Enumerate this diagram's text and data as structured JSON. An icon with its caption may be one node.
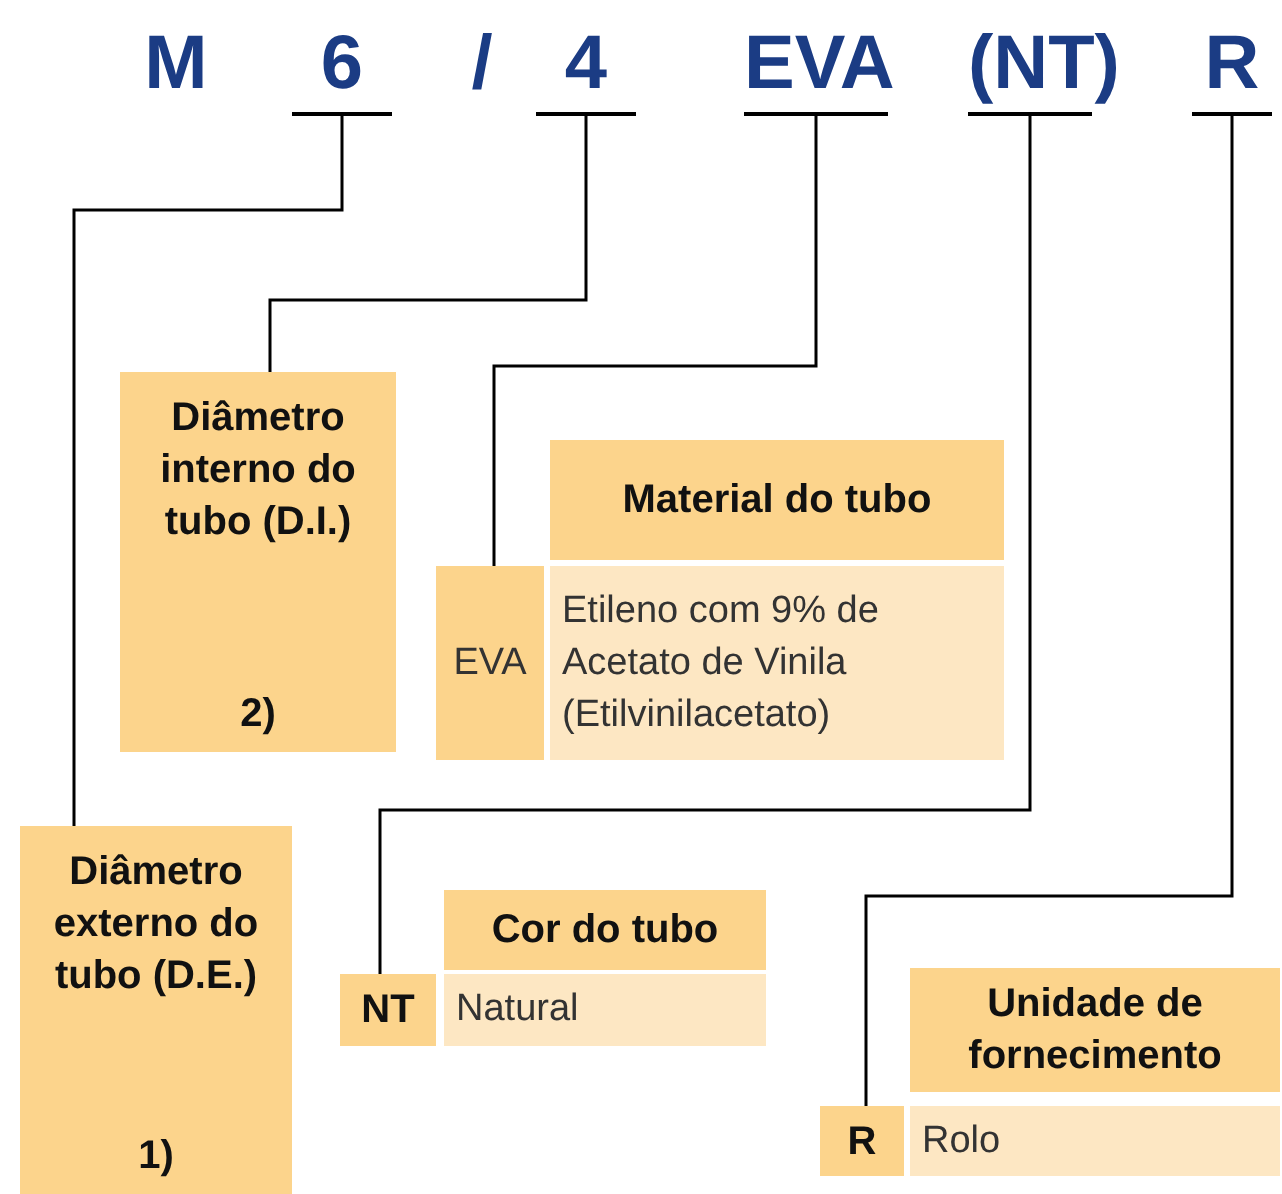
{
  "diagram": {
    "nodes": [
      {
        "text": [
          "6"
        ]
      },
      {
        "text": [
          "4"
        ]
      },
      {
        "text": [
          "EVA"
        ]
      },
      {
        "text": [
          "(NT)"
        ]
      },
      {
        "text": [
          "R"
        ]
      },
      {
        "text": [
          "Diâmetro interno do tubo (D.I.)",
          "2)"
        ]
      },
      {
        "text": [
          "Material do tubo"
        ]
      },
      {
        "text": [
          "EVA"
        ]
      },
      {
        "text": [
          "Etileno com 9% de Acetato de Vinila (Etilvinilacetato)"
        ]
      },
      {
        "text": [
          "Diâmetro externo do tubo (D.E.)",
          "1)"
        ]
      },
      {
        "text": [
          "Cor do tubo"
        ]
      },
      {
        "text": [
          "NT"
        ]
      },
      {
        "text": [
          "Natural"
        ]
      },
      {
        "text": [
          "Unidade de fornecimento"
        ]
      },
      {
        "text": [
          "R"
        ]
      },
      {
        "text": [
          "Rolo"
        ]
      }
    ],
    "edges": [
      {
        "from": 0,
        "to": 9,
        "arrow": "none"
      },
      {
        "from": 1,
        "to": 5,
        "arrow": "none"
      },
      {
        "from": 2,
        "to": 7,
        "arrow": "none"
      },
      {
        "from": 3,
        "to": 11,
        "arrow": "none"
      },
      {
        "from": 4,
        "to": 14,
        "arrow": "none"
      }
    ],
    "labels": [
      "M",
      "/"
    ]
  }
}
